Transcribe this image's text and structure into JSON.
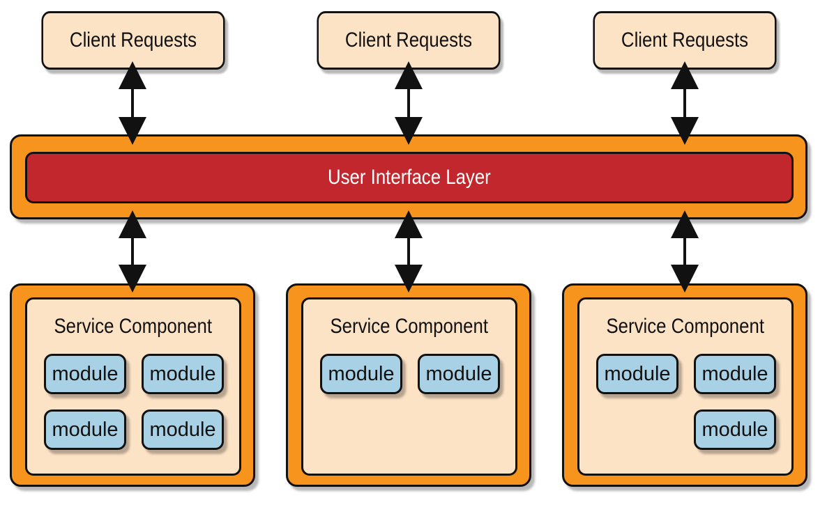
{
  "clients": [
    {
      "label": "Client Requests"
    },
    {
      "label": "Client Requests"
    },
    {
      "label": "Client Requests"
    }
  ],
  "ui_layer": {
    "label": "User Interface Layer"
  },
  "services": [
    {
      "title": "Service Component",
      "modules": [
        "module",
        "module",
        "module",
        "module"
      ]
    },
    {
      "title": "Service Component",
      "modules": [
        "module",
        "module"
      ]
    },
    {
      "title": "Service Component",
      "modules": [
        "module",
        "module",
        "module"
      ]
    }
  ],
  "colors": {
    "client_fill": "#fde3c6",
    "layer_outer": "#f7941d",
    "ui_fill": "#c1272d",
    "module_fill": "#a9d1e6"
  }
}
